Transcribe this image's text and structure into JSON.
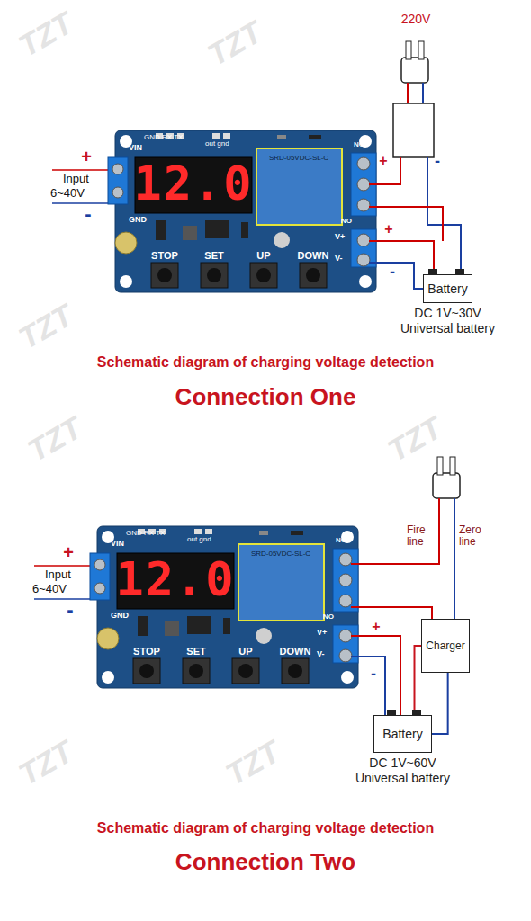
{
  "diagram": {
    "nodes": [
      {
        "text": [
          "Battery",
          "DC 1V~30V Universal battery"
        ]
      },
      {
        "text": [
          "Charger"
        ]
      },
      {
        "text": [
          "Battery",
          "DC 1V~60V Universal battery"
        ]
      }
    ],
    "edges": [
      {
        "from": 1,
        "to": 2,
        "arrow": "none"
      },
      {
        "from": 1,
        "to": 2,
        "arrow": "none"
      }
    ],
    "labels": [
      "+",
      "Input",
      "6~40V",
      "-",
      "VIN",
      "GND",
      "GND RX TX",
      "out gnd",
      "12.0",
      "SRD-05VDC-SL-C",
      "STOP",
      "SET",
      "UP",
      "DOWN",
      "NC",
      "NO",
      "V+",
      "V-",
      "220V",
      "+",
      "-",
      "+",
      "-",
      "Schematic diagram of charging voltage detection",
      "Connection One",
      "+",
      "Input",
      "6~40V",
      "-",
      "VIN",
      "GND",
      "GND RX TX",
      "out gnd",
      "12.0",
      "SRD-05VDC-SL-C",
      "STOP",
      "SET",
      "UP",
      "DOWN",
      "NC",
      "NO",
      "V+",
      "V-",
      "Fire line",
      "Zero line",
      "+",
      "-",
      "Schematic diagram of charging voltage detection",
      "Connection Two",
      "TZT",
      "TZT",
      "TZT",
      "TZT",
      "TZT",
      "TZT",
      "TZT"
    ]
  }
}
